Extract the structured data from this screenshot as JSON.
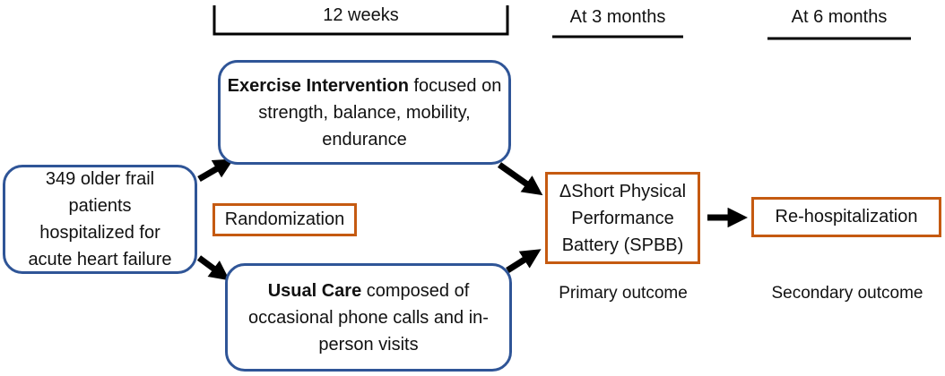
{
  "timeline": {
    "weeks_label": "12 weeks",
    "three_months_label": "At 3 months",
    "six_months_label": "At 6 months"
  },
  "nodes": {
    "patients": "349 older frail patients hospitalized for acute heart failure",
    "randomization": "Randomization",
    "exercise": {
      "bold": "Exercise Intervention",
      "rest": " focused on strength, balance, mobility, endurance"
    },
    "usual_care": {
      "bold": "Usual Care",
      "rest": " composed of occasional phone calls and in-person visits"
    },
    "spbb": "ΔShort Physical Performance Battery (SPBB)",
    "rehospitalization": "Re-hospitalization"
  },
  "outcomes": {
    "primary": "Primary outcome",
    "secondary": "Secondary outcome"
  },
  "colors": {
    "blue_border": "#2F5597",
    "orange_border": "#C55A11",
    "arrow": "#000000"
  }
}
